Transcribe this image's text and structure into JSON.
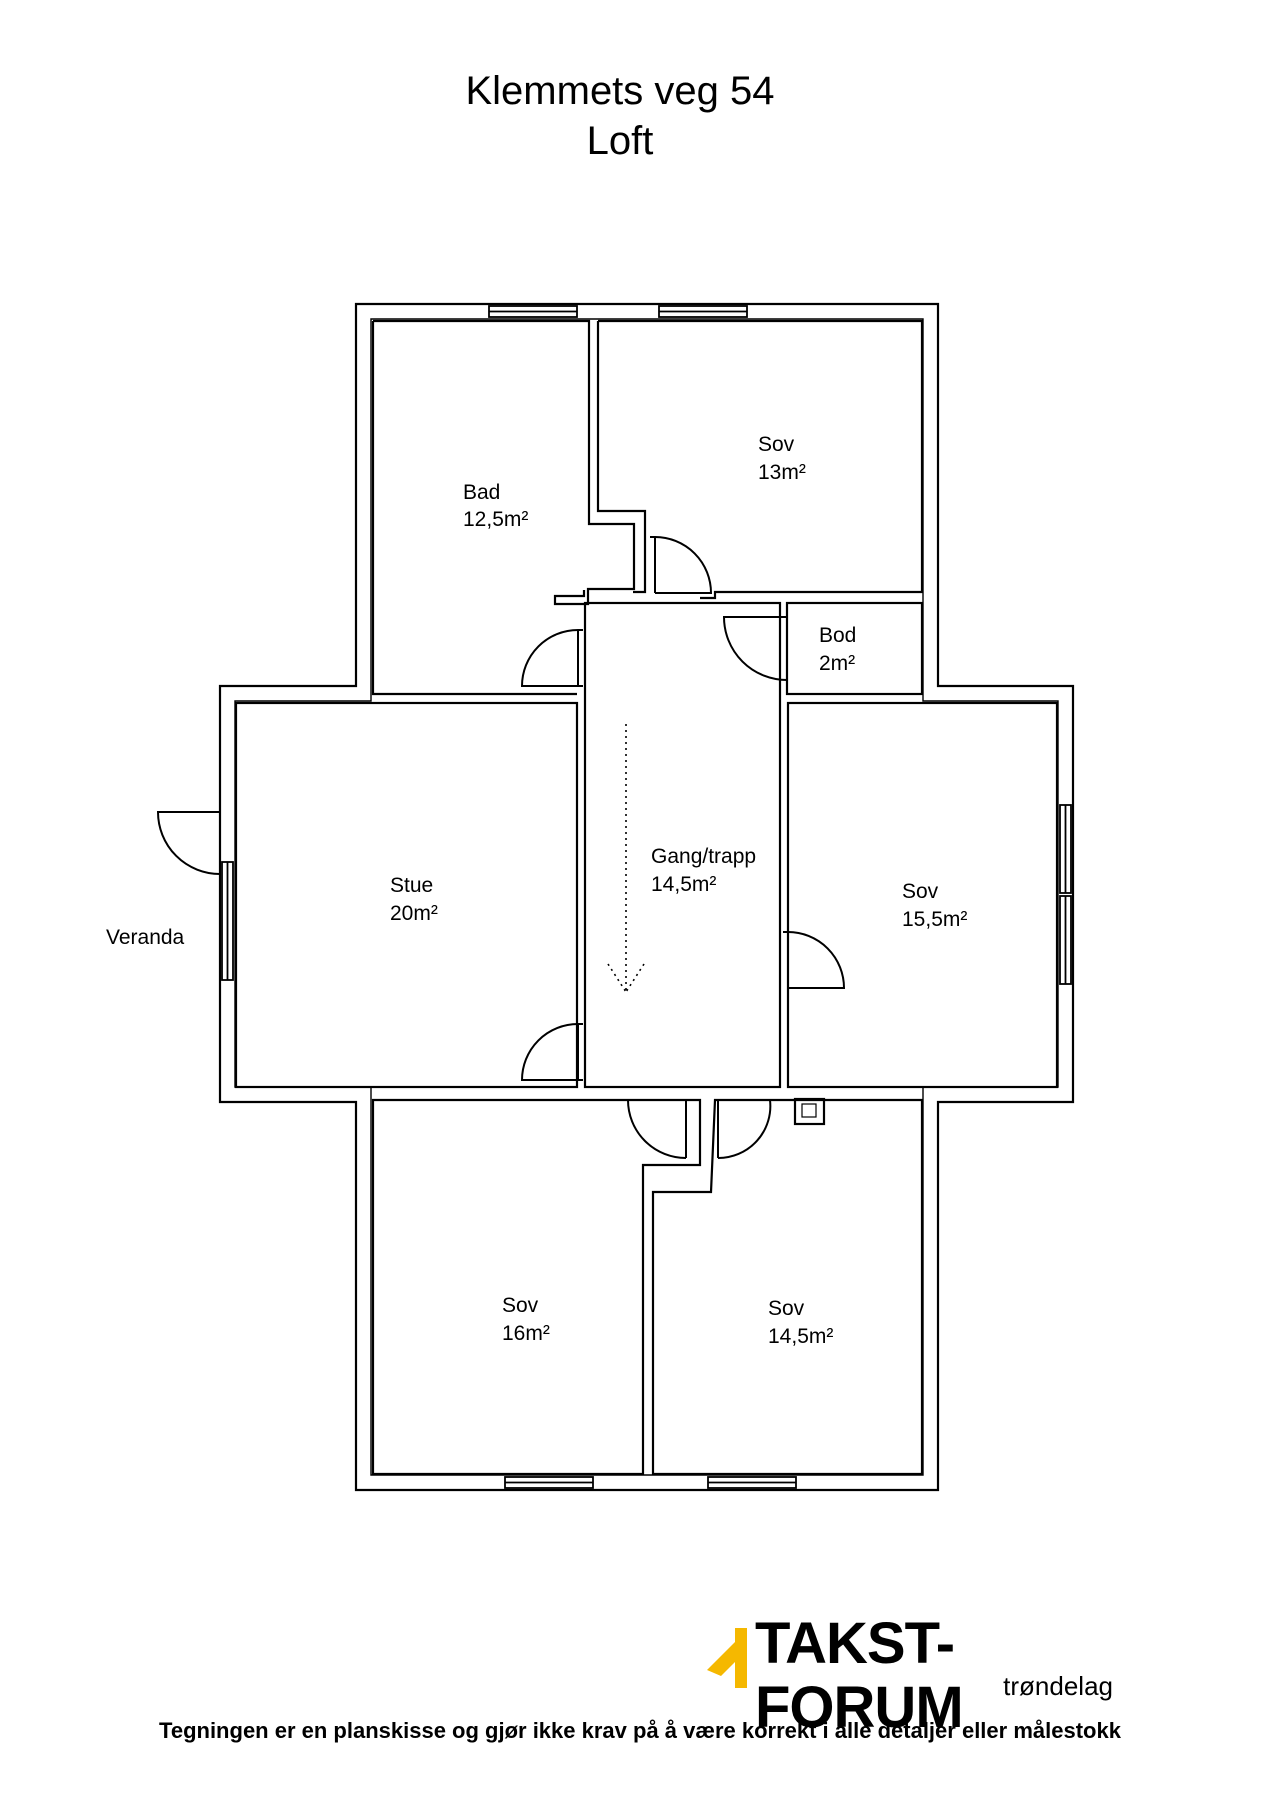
{
  "title": {
    "line1": "Klemmets veg 54",
    "line2": "Loft"
  },
  "rooms": [
    {
      "name": "Bad",
      "area": "12,5m²"
    },
    {
      "name": "Sov",
      "area": "13m²"
    },
    {
      "name": "Bod",
      "area": "2m²"
    },
    {
      "name": "Stue",
      "area": "20m²"
    },
    {
      "name": "Gang/trapp",
      "area": "14,5m²"
    },
    {
      "name": "Sov",
      "area": "15,5m²"
    },
    {
      "name": "Sov",
      "area": "16m²"
    },
    {
      "name": "Sov",
      "area": "14,5m²"
    }
  ],
  "outside_label": "Veranda",
  "logo": {
    "name": "TAKST-FORUM",
    "sub": "trøndelag",
    "accent": "#f5b800"
  },
  "footer": "Tegningen er en planskisse og gjør ikke krav på å være korrekt i alle detaljer eller målestokk"
}
